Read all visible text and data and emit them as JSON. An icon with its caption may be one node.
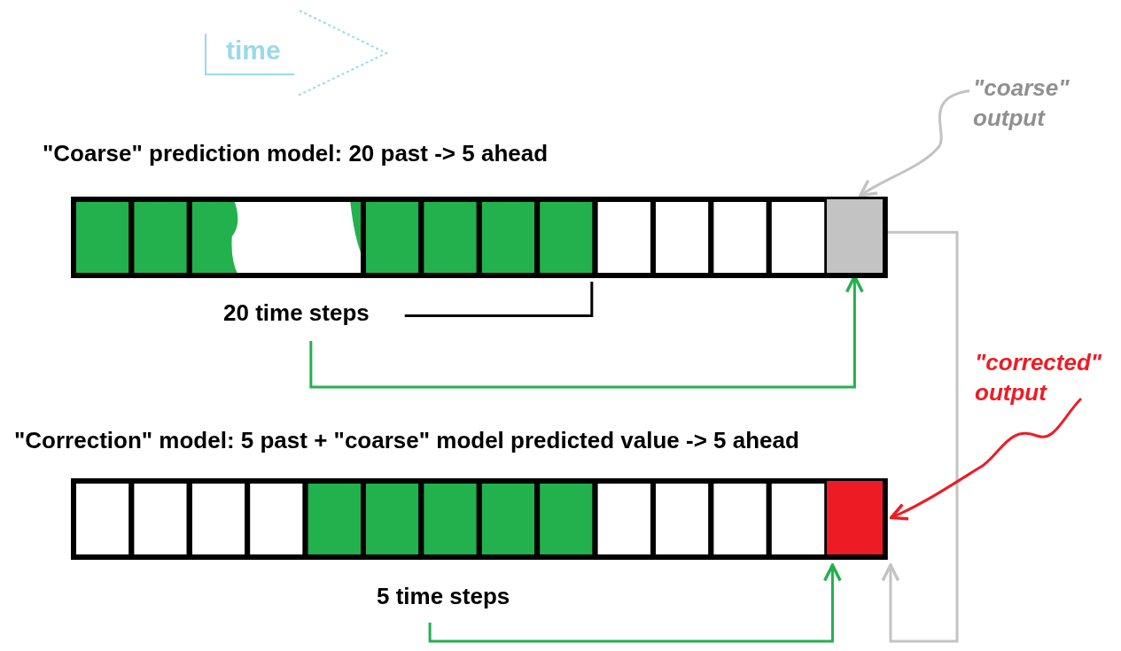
{
  "diagram": {
    "nodes": [
      {
        "text": [
          "\"Coarse\" prediction model: 20 past -> 5 ahead"
        ]
      },
      {
        "text": [],
        "shape": "box",
        "in": 0
      },
      {
        "text": [
          "20 time steps"
        ]
      },
      {
        "text": [
          "\"Correction\" model: 5 past + \"coarse\" model predicted value -> 5 ahead"
        ]
      },
      {
        "text": [],
        "shape": "box",
        "in": 3
      },
      {
        "text": [
          "5 time steps"
        ]
      },
      {
        "text": [
          "\"coarse\" output"
        ]
      },
      {
        "text": [
          "\"corrected\" output"
        ]
      }
    ],
    "edges": [
      {
        "from": 2,
        "to": 1,
        "arrow": "to",
        "color": "#22b14c"
      },
      {
        "from": 2,
        "to": 0,
        "arrow": "none",
        "color": "#000000"
      },
      {
        "from": 6,
        "to": 1,
        "arrow": "to",
        "color": "#c3c3c3"
      },
      {
        "from": 1,
        "to": 4,
        "arrow": "to",
        "color": "#c3c3c3"
      },
      {
        "from": 5,
        "to": 4,
        "arrow": "to",
        "color": "#22b14c"
      },
      {
        "from": 7,
        "to": 4,
        "arrow": "to",
        "color": "#ed1c24"
      }
    ],
    "labels": [
      "time"
    ]
  }
}
